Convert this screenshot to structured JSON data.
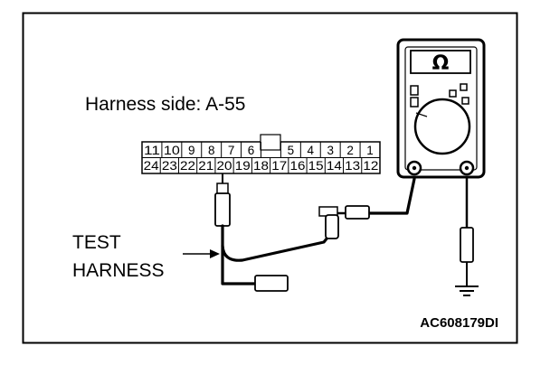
{
  "labels": {
    "harness_side": "Harness side: A-55",
    "test_line1": "TEST",
    "test_line2": "HARNESS",
    "figure_code": "AC608179DI",
    "meter_symbol": "Ω"
  },
  "connector": {
    "top_row": [
      "11",
      "10",
      "9",
      "8",
      "7",
      "6",
      "",
      "5",
      "4",
      "3",
      "2",
      "1"
    ],
    "bottom_row": [
      "24",
      "23",
      "22",
      "21",
      "20",
      "19",
      "18",
      "17",
      "16",
      "15",
      "14",
      "13",
      "12"
    ]
  },
  "icons": {
    "meter": "ohmmeter-icon",
    "ground": "ground-symbol-icon",
    "arrow": "arrow-right-icon"
  }
}
